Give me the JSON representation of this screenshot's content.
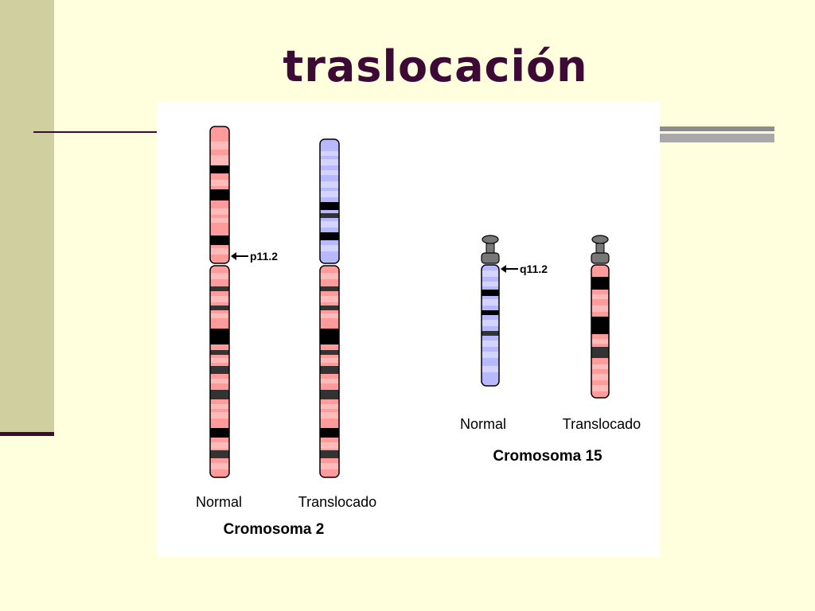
{
  "slide": {
    "title": "traslocación",
    "colors": {
      "background": "#FFFFDD",
      "side_bar": "#CFCF9F",
      "accent": "#3D0A35"
    }
  },
  "diagram": {
    "colors": {
      "pink": "#FF9B9B",
      "pink_light": "#FFBABA",
      "blue": "#B8B8FF",
      "blue_light": "#D4D4FF",
      "dark": "#000000",
      "gray": "#333333",
      "satellite": "#777777"
    },
    "groups": [
      {
        "title": "Cromosoma 2",
        "normal_label": "Normal",
        "translocated_label": "Translocado",
        "breakpoint": "p11.2"
      },
      {
        "title": "Cromosoma 15",
        "normal_label": "Normal",
        "translocated_label": "Translocado",
        "breakpoint": "q11.2"
      }
    ]
  }
}
